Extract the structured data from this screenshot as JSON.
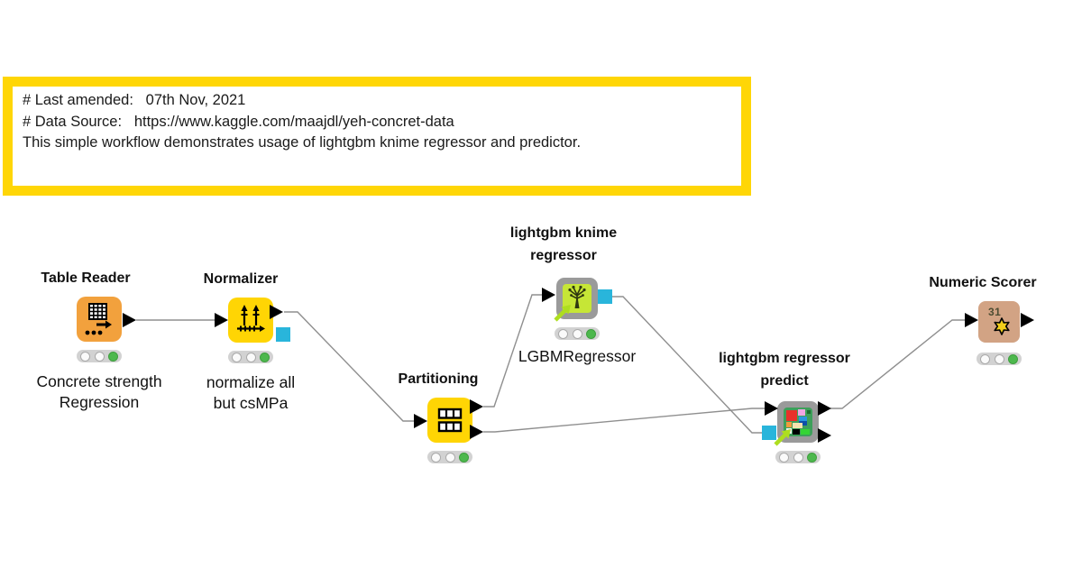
{
  "annotation": {
    "line1": "# Last amended:   07th Nov, 2021",
    "line2": "# Data Source:   https://www.kaggle.com/maajdl/yeh-concret-data",
    "line3": "This simple workflow demonstrates usage of lightgbm knime regressor and predictor.",
    "border_color": "#FFD606"
  },
  "nodes": {
    "table_reader": {
      "title": "Table Reader",
      "caption1": "Concrete strength",
      "caption2": "Regression",
      "color": "#F2A13D",
      "status": "executed"
    },
    "normalizer": {
      "title": "Normalizer",
      "caption1": "normalize all",
      "caption2": "but csMPa",
      "color": "#FFD504",
      "status": "executed"
    },
    "partitioning": {
      "title": "Partitioning",
      "color": "#FFD504",
      "status": "executed"
    },
    "lgbm_regressor": {
      "title1": "lightgbm knime",
      "title2": "regressor",
      "caption1": "LGBMRegressor",
      "color": "#C6E636",
      "status": "executed"
    },
    "lgbm_predict": {
      "title1": "lightgbm regressor",
      "title2": "predict",
      "color": "#3DA05A",
      "status": "executed"
    },
    "numeric_scorer": {
      "title": "Numeric Scorer",
      "icon_label": "31",
      "color": "#D2A384",
      "status": "executed"
    }
  },
  "colors": {
    "annotation_border": "#FFD606",
    "data_port": "#000000",
    "model_port": "#29B5DB",
    "status_green": "#4DB84D",
    "edge": "#8F8F8F",
    "frame_gray": "#9A9A9A"
  }
}
